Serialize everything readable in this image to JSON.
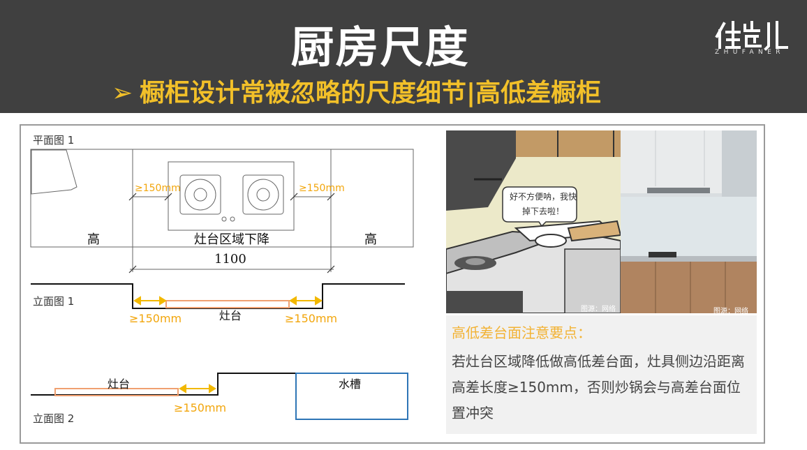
{
  "header": {
    "title": "厨房尺度",
    "bullet": "➢",
    "subtitle": "橱柜设计常被忽略的尺度细节|高低差橱柜",
    "logo_text": "ZHUFANER",
    "logo_alt": "住范儿"
  },
  "drawing": {
    "plan_label": "平面图 1",
    "plan_left_high": "高",
    "plan_zone": "灶台区域下降",
    "plan_right_high": "高",
    "plan_left_gap": "≥150mm",
    "plan_right_gap": "≥150mm",
    "plan_width": "1100",
    "elev1_label": "立面图 1",
    "elev1_stove": "灶台",
    "elev1_left_gap": "≥150mm",
    "elev1_right_gap": "≥150mm",
    "elev2_stove": "灶台",
    "elev2_sink": "水槽",
    "elev2_gap": "≥150mm",
    "elev2_label": "立面图 2"
  },
  "photos": {
    "bubble_text": "好不方便呐，我快掉下去啦！",
    "credit_left": "图源：网络",
    "credit_right": "图源：网络"
  },
  "notes": {
    "heading": "高低差台面注意要点：",
    "body": "若灶台区域降低做高低差台面，灶具侧边沿距离高差长度≥150mm，否则炒锅会与高差台面位置冲突"
  },
  "colors": {
    "header_bg": "#404040",
    "accent_yellow": "#f2c029",
    "dim_orange": "#f2a60c",
    "stove_outline": "#f0a070",
    "sink_outline": "#2e75b6",
    "frame_border": "#9a9a9a",
    "notes_bg": "#f1f1f1"
  }
}
